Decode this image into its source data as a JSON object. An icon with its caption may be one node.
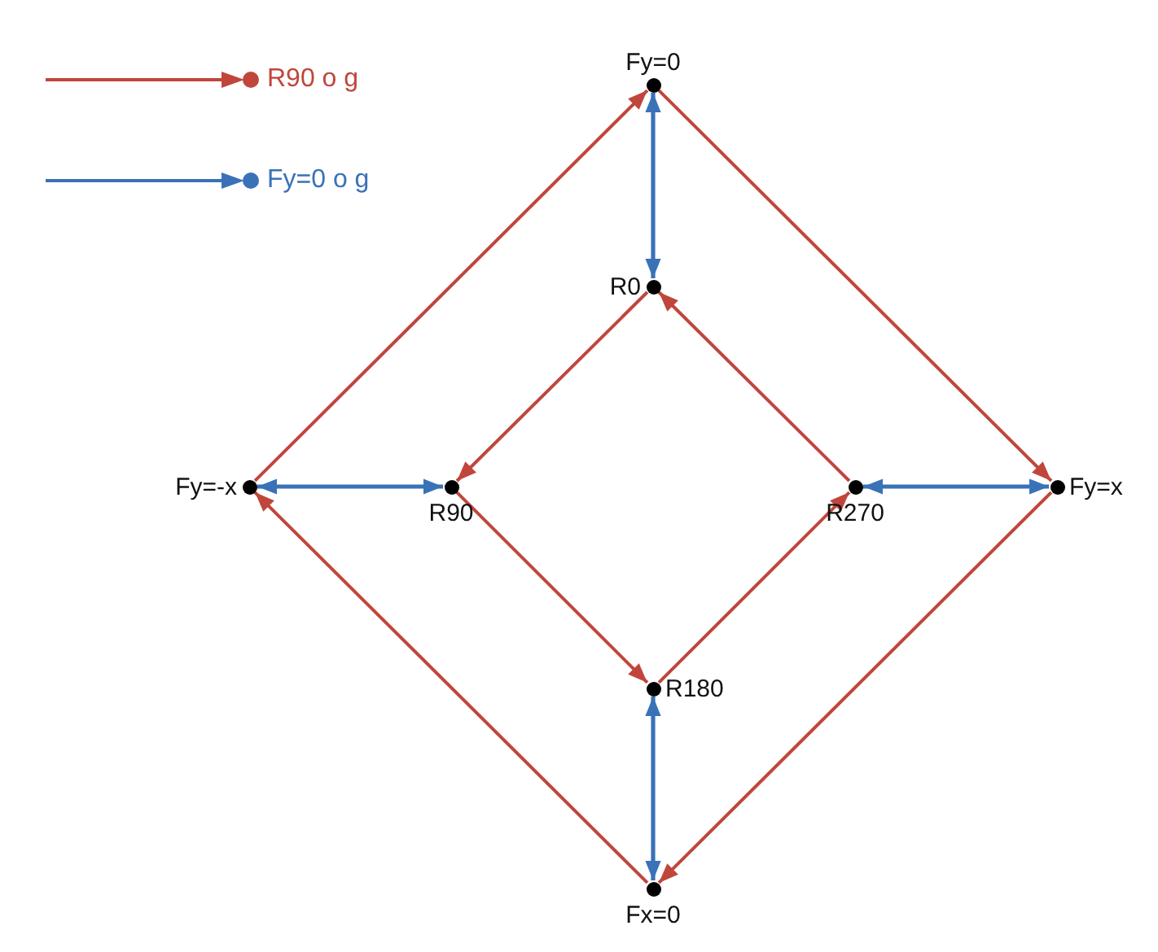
{
  "diagram": {
    "nodes": [
      {
        "text": [
          "Fy=0"
        ]
      },
      {
        "text": [
          "R0"
        ]
      },
      {
        "text": [
          "Fy=-x"
        ]
      },
      {
        "text": [
          "R90"
        ]
      },
      {
        "text": [
          "R270"
        ]
      },
      {
        "text": [
          "Fy=x"
        ]
      },
      {
        "text": [
          "R180"
        ]
      },
      {
        "text": [
          "Fx=0"
        ]
      }
    ],
    "edges": [
      {
        "from": 2,
        "to": 0,
        "arrow": "to"
      },
      {
        "from": 0,
        "to": 5,
        "arrow": "to"
      },
      {
        "from": 5,
        "to": 7,
        "arrow": "to"
      },
      {
        "from": 7,
        "to": 2,
        "arrow": "to"
      },
      {
        "from": 1,
        "to": 3,
        "arrow": "to"
      },
      {
        "from": 3,
        "to": 6,
        "arrow": "to"
      },
      {
        "from": 6,
        "to": 4,
        "arrow": "to"
      },
      {
        "from": 4,
        "to": 1,
        "arrow": "to"
      },
      {
        "from": 0,
        "to": 1,
        "arrow": "both",
        "color": "#3a72b8"
      },
      {
        "from": 2,
        "to": 3,
        "arrow": "both",
        "color": "#3a72b8"
      },
      {
        "from": 4,
        "to": 5,
        "arrow": "both",
        "color": "#3a72b8"
      },
      {
        "from": 6,
        "to": 7,
        "arrow": "both",
        "color": "#3a72b8"
      }
    ],
    "legend": [
      {
        "text": "R90 o g"
      },
      {
        "text": "Fy=0 o g"
      }
    ]
  }
}
